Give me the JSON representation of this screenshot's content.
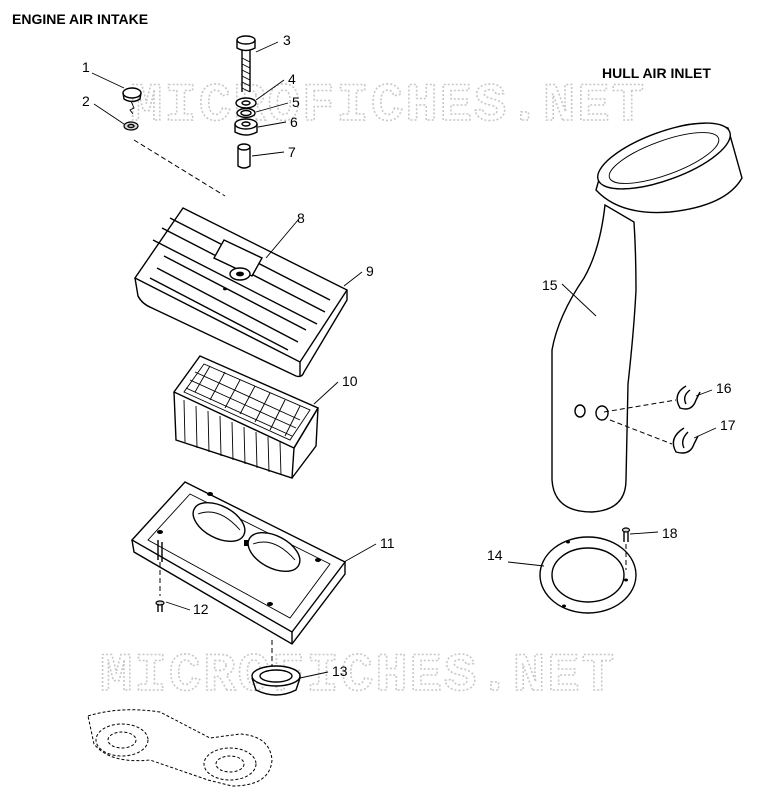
{
  "headings": {
    "engine": "ENGINE AIR INTAKE",
    "hull": "HULL AIR INLET"
  },
  "watermarks": [
    "MICROFICHES.NET",
    "MICROFICHES.NET"
  ],
  "callouts": [
    "1",
    "2",
    "3",
    "4",
    "5",
    "6",
    "7",
    "8",
    "9",
    "10",
    "11",
    "12",
    "13",
    "14",
    "15",
    "16",
    "17",
    "18"
  ]
}
